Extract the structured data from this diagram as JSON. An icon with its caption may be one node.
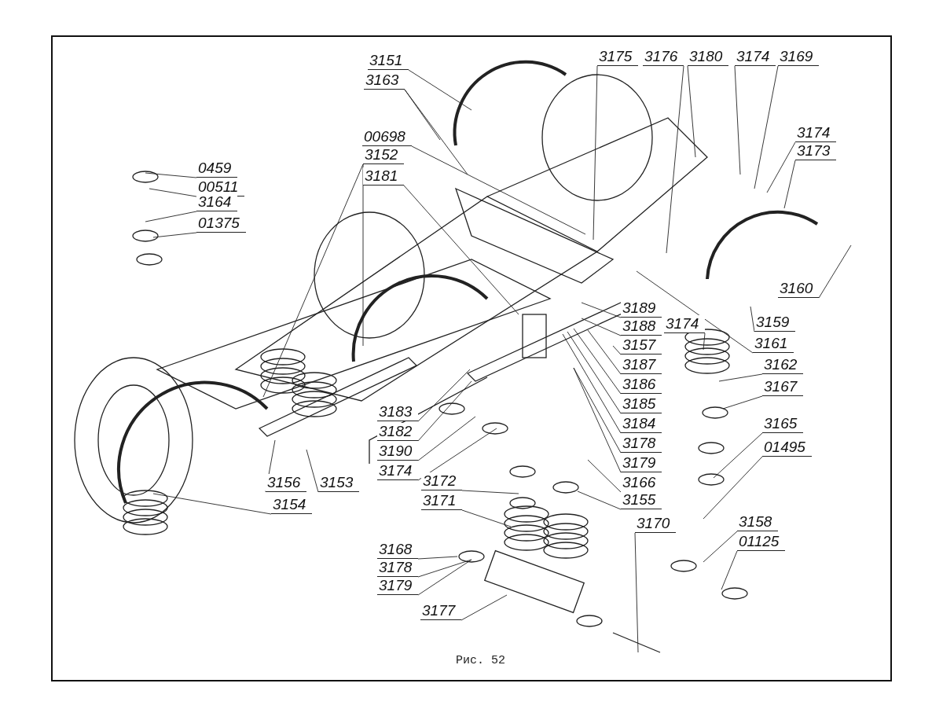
{
  "diagram": {
    "caption": "Рис. 52",
    "nodes": [
      {
        "text": [
          "3151"
        ]
      },
      {
        "text": [
          "3163"
        ]
      },
      {
        "text": [
          "00698"
        ]
      },
      {
        "text": [
          "3152"
        ]
      },
      {
        "text": [
          "3181"
        ]
      },
      {
        "text": [
          "3175"
        ]
      },
      {
        "text": [
          "3176"
        ]
      },
      {
        "text": [
          "3180"
        ]
      },
      {
        "text": [
          "3174"
        ]
      },
      {
        "text": [
          "3169"
        ]
      },
      {
        "text": [
          "0459"
        ]
      },
      {
        "text": [
          "00511"
        ]
      },
      {
        "text": [
          "3164"
        ]
      },
      {
        "text": [
          "01375"
        ]
      },
      {
        "text": [
          "3174"
        ]
      },
      {
        "text": [
          "3173"
        ]
      },
      {
        "text": [
          "3160"
        ]
      },
      {
        "text": [
          "3189"
        ]
      },
      {
        "text": [
          "3174"
        ]
      },
      {
        "text": [
          "3159"
        ]
      },
      {
        "text": [
          "3188"
        ]
      },
      {
        "text": [
          "3161"
        ]
      },
      {
        "text": [
          "3157"
        ]
      },
      {
        "text": [
          "3162"
        ]
      },
      {
        "text": [
          "3187"
        ]
      },
      {
        "text": [
          "3186"
        ]
      },
      {
        "text": [
          "3167"
        ]
      },
      {
        "text": [
          "3185"
        ]
      },
      {
        "text": [
          "3183"
        ]
      },
      {
        "text": [
          "3184"
        ]
      },
      {
        "text": [
          "3165"
        ]
      },
      {
        "text": [
          "3182"
        ]
      },
      {
        "text": [
          "3178"
        ]
      },
      {
        "text": [
          "01495"
        ]
      },
      {
        "text": [
          "3190"
        ]
      },
      {
        "text": [
          "3179"
        ]
      },
      {
        "text": [
          "3174"
        ]
      },
      {
        "text": [
          "3172"
        ]
      },
      {
        "text": [
          "3166"
        ]
      },
      {
        "text": [
          "3156"
        ]
      },
      {
        "text": [
          "3153"
        ]
      },
      {
        "text": [
          "3171"
        ]
      },
      {
        "text": [
          "3154"
        ]
      },
      {
        "text": [
          "3155"
        ]
      },
      {
        "text": [
          "3170"
        ]
      },
      {
        "text": [
          "3158"
        ]
      },
      {
        "text": [
          "01125"
        ]
      },
      {
        "text": [
          "3168"
        ]
      },
      {
        "text": [
          "3178"
        ]
      },
      {
        "text": [
          "3179"
        ]
      },
      {
        "text": [
          "3177"
        ]
      }
    ],
    "edges": [
      {
        "from": 0,
        "to": null,
        "arrow": "none"
      },
      {
        "from": 1,
        "to": null,
        "arrow": "none"
      },
      {
        "from": 1,
        "to": null,
        "arrow": "none"
      },
      {
        "from": 2,
        "to": null,
        "arrow": "none"
      },
      {
        "from": 3,
        "to": null,
        "arrow": "none"
      },
      {
        "from": 3,
        "to": null,
        "arrow": "none"
      },
      {
        "from": 4,
        "to": null,
        "arrow": "none"
      },
      {
        "from": 5,
        "to": null,
        "arrow": "none"
      },
      {
        "from": 6,
        "to": null,
        "arrow": "none"
      },
      {
        "from": 7,
        "to": null,
        "arrow": "none"
      },
      {
        "from": 8,
        "to": null,
        "arrow": "none"
      },
      {
        "from": 9,
        "to": null,
        "arrow": "none"
      },
      {
        "from": 10,
        "to": null,
        "arrow": "none"
      },
      {
        "from": 11,
        "to": null,
        "arrow": "none"
      },
      {
        "from": 12,
        "to": null,
        "arrow": "none"
      },
      {
        "from": 13,
        "to": null,
        "arrow": "none"
      },
      {
        "from": 14,
        "to": null,
        "arrow": "none"
      },
      {
        "from": 15,
        "to": null,
        "arrow": "none"
      },
      {
        "from": 16,
        "to": null,
        "arrow": "none"
      },
      {
        "from": 17,
        "to": null,
        "arrow": "none"
      },
      {
        "from": 18,
        "to": null,
        "arrow": "none"
      },
      {
        "from": 19,
        "to": null,
        "arrow": "none"
      },
      {
        "from": 20,
        "to": null,
        "arrow": "none"
      },
      {
        "from": 21,
        "to": null,
        "arrow": "none"
      },
      {
        "from": 22,
        "to": null,
        "arrow": "none"
      },
      {
        "from": 23,
        "to": null,
        "arrow": "none"
      },
      {
        "from": 24,
        "to": null,
        "arrow": "none"
      },
      {
        "from": 25,
        "to": null,
        "arrow": "none"
      },
      {
        "from": 26,
        "to": null,
        "arrow": "none"
      },
      {
        "from": 27,
        "to": null,
        "arrow": "none"
      },
      {
        "from": 28,
        "to": null,
        "arrow": "none"
      },
      {
        "from": 29,
        "to": null,
        "arrow": "none"
      },
      {
        "from": 30,
        "to": null,
        "arrow": "none"
      },
      {
        "from": 31,
        "to": null,
        "arrow": "none"
      },
      {
        "from": 32,
        "to": null,
        "arrow": "none"
      },
      {
        "from": 33,
        "to": null,
        "arrow": "none"
      },
      {
        "from": 34,
        "to": null,
        "arrow": "none"
      },
      {
        "from": 35,
        "to": null,
        "arrow": "none"
      },
      {
        "from": 36,
        "to": null,
        "arrow": "none"
      },
      {
        "from": 37,
        "to": null,
        "arrow": "none"
      },
      {
        "from": 38,
        "to": null,
        "arrow": "none"
      },
      {
        "from": 39,
        "to": null,
        "arrow": "none"
      },
      {
        "from": 40,
        "to": null,
        "arrow": "none"
      },
      {
        "from": 41,
        "to": null,
        "arrow": "none"
      },
      {
        "from": 42,
        "to": null,
        "arrow": "none"
      },
      {
        "from": 43,
        "to": null,
        "arrow": "none"
      },
      {
        "from": 44,
        "to": null,
        "arrow": "none"
      },
      {
        "from": 45,
        "to": null,
        "arrow": "none"
      },
      {
        "from": 46,
        "to": null,
        "arrow": "none"
      },
      {
        "from": 47,
        "to": null,
        "arrow": "none"
      },
      {
        "from": 48,
        "to": null,
        "arrow": "none"
      },
      {
        "from": 49,
        "to": null,
        "arrow": "none"
      },
      {
        "from": 50,
        "to": null,
        "arrow": "none"
      }
    ]
  }
}
